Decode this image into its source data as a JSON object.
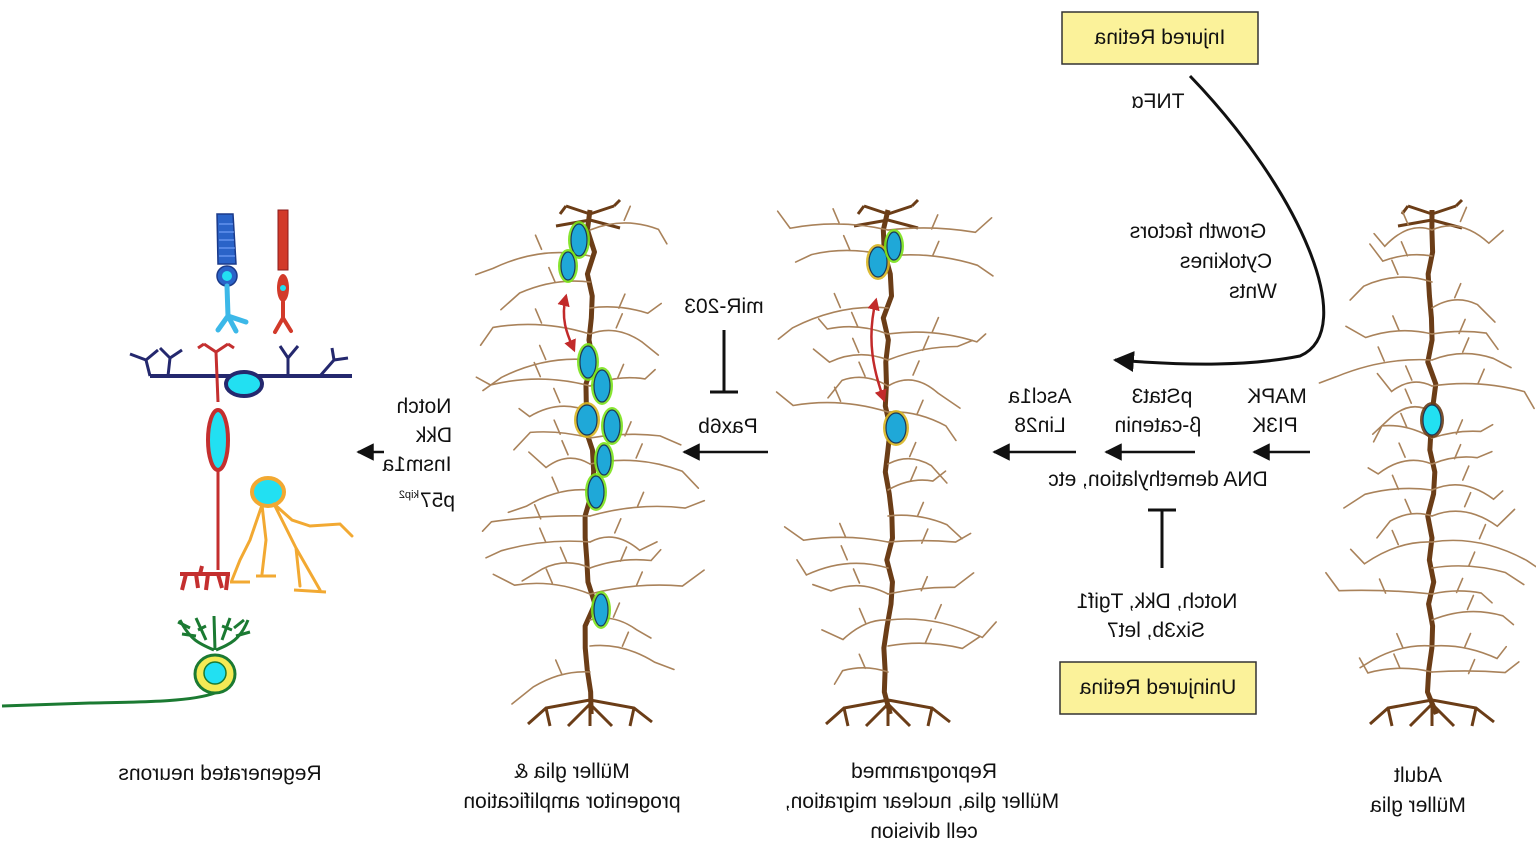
{
  "boxes": {
    "injured": "Injured Retina",
    "uninjured": "Uninjured Retina"
  },
  "signals": {
    "tnf": "TNFα",
    "growth": [
      "Growth factors",
      "Cytokines",
      "Wnts"
    ],
    "stage1_col1": [
      "MAPK",
      "PI3K"
    ],
    "stage1_col2": [
      "pStat3",
      "β-catenin"
    ],
    "stage1_col3": [
      "Ascl1a",
      "Lin28"
    ],
    "dna": "DNA demethylation, etc",
    "inhibitors": [
      "Notch, Dkk, Tgif1",
      "Six3b, let7"
    ],
    "mir": "miR-203",
    "pax": "Pax6b",
    "neuro": [
      "Notch",
      "Dkk",
      "Insm1a",
      "p57"
    ],
    "neuro_sup": "kip2"
  },
  "stages": {
    "adult": [
      "Adult",
      "Müller glia"
    ],
    "reprogrammed": [
      "Reprogrammed",
      "Müller glia, nuclear migration,",
      "cell division"
    ],
    "amplification": [
      "Müller glia &",
      "progenitor amplification"
    ],
    "regenerated": [
      "Regenerated neurons"
    ]
  },
  "colors": {
    "glia": "#6b3d17",
    "dendrite": "#a9825a",
    "nucleus": "#1fa8d8",
    "nucleus_bright": "#22e0f2",
    "green_rim": "#7be21a",
    "yellow_rim": "#d8b521",
    "cone_blue": "#2a63c8",
    "rod_red": "#d23a2a",
    "bipolar_red": "#c42f2f",
    "horizontal_navy": "#24286e",
    "amacrine_orange": "#f2a932",
    "ganglion_green": "#1b7a32",
    "box_fill": "#fbf29a"
  }
}
